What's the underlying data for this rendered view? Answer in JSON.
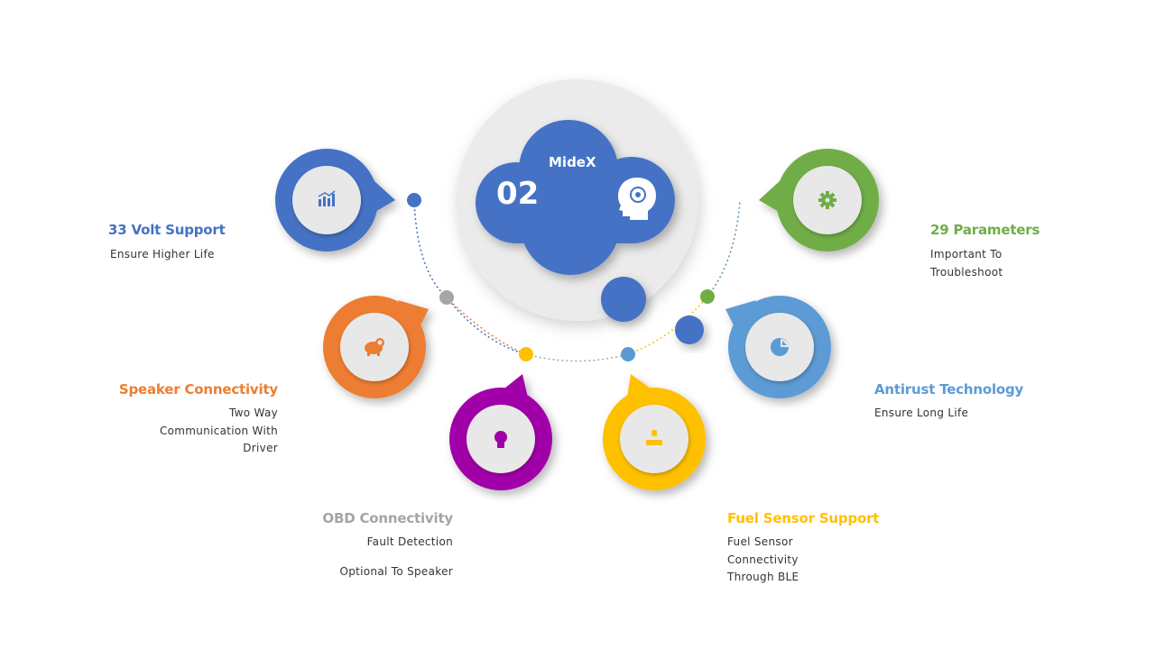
{
  "center": {
    "title": "MideX",
    "number": "02",
    "icon": "head-gear-icon"
  },
  "colors": {
    "blue": "#4472C4",
    "orange": "#ED7D31",
    "purple": "#A100A8",
    "yellow": "#FFC000",
    "lightblue": "#5B9BD5",
    "green": "#70AD47",
    "gray": "#A5A5A5"
  },
  "features": [
    {
      "id": "volt",
      "title": "33 Volt Support",
      "lines": [
        "Ensure Higher Life"
      ],
      "icon": "bar-chart-icon",
      "color": "#4472C4"
    },
    {
      "id": "speaker",
      "title": "Speaker Connectivity",
      "lines": [
        "Two Way",
        "Communication With",
        "Driver"
      ],
      "icon": "piggy-bank-icon",
      "color": "#ED7D31"
    },
    {
      "id": "obd",
      "title": "OBD Connectivity",
      "lines": [
        "Fault Detection",
        "Optional To Speaker"
      ],
      "icon": "lightbulb-icon",
      "color": "#A5A5A5"
    },
    {
      "id": "fuel",
      "title": "Fuel Sensor Support",
      "lines": [
        "Fuel Sensor",
        "Connectivity",
        "Through BLE"
      ],
      "icon": "person-icon",
      "color": "#FFC000"
    },
    {
      "id": "antirust",
      "title": "Antirust Technology",
      "lines": [
        "Ensure Long Life"
      ],
      "icon": "pie-chart-icon",
      "color": "#5B9BD5"
    },
    {
      "id": "params",
      "title": "29 Parameters",
      "lines": [
        "Important To",
        "Troubleshoot"
      ],
      "icon": "gear-icon",
      "color": "#70AD47"
    }
  ]
}
